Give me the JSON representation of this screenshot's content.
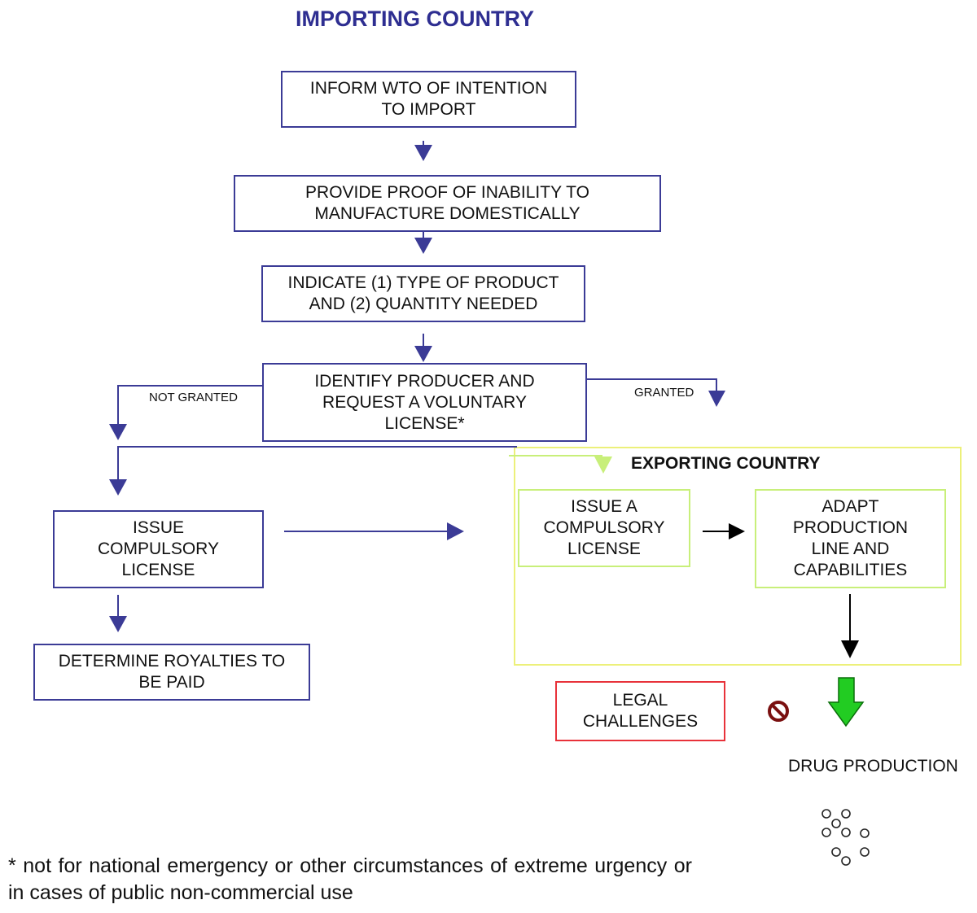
{
  "importing_country": {
    "title": "IMPORTING COUNTRY",
    "steps": {
      "inform_wto": "INFORM WTO OF INTENTION\nTO IMPORT",
      "provide_proof": "PROVIDE PROOF OF INABILITY TO\nMANUFACTURE DOMESTICALLY",
      "indicate": "INDICATE (1) TYPE OF PRODUCT\nAND (2) QUANTITY NEEDED",
      "identify_producer": "IDENTIFY PRODUCER AND\nREQUEST A VOLUNTARY\nLICENSE*",
      "issue_compulsory": "ISSUE\nCOMPULSORY\nLICENSE",
      "determine_royalties": "DETERMINE ROYALTIES TO\nBE PAID"
    },
    "branch_labels": {
      "not_granted": "NOT GRANTED",
      "granted": "GRANTED"
    }
  },
  "exporting_country": {
    "title": "EXPORTING COUNTRY",
    "steps": {
      "issue_compulsory": "ISSUE A\nCOMPULSORY\nLICENSE",
      "adapt_production": "ADAPT\nPRODUCTION\nLINE AND\nCAPABILITIES"
    }
  },
  "legal_challenges": "LEGAL\nCHALLENGES",
  "drug_production": "DRUG PRODUCTION",
  "footnote": "* not for national emergency or other circumstances of extreme urgency or in cases of public non-commercial use",
  "icons": {
    "blocked": "no-entry-icon",
    "output": "pills-icon"
  },
  "colors": {
    "title_blue": "#2e2e91",
    "box_blue": "#3b3b96",
    "box_green": "#c8ef7a",
    "frame_yellow": "#ecf07a",
    "legal_red": "#e8323a",
    "drug_arrow_green": "#22cc22"
  }
}
